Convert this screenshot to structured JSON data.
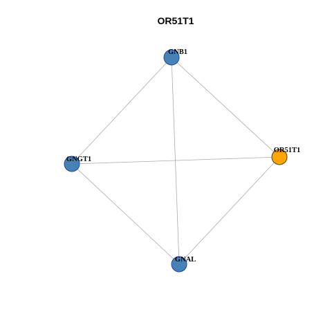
{
  "title": "OR51T1",
  "colors": {
    "edge": "#aaaaaa",
    "node_default_fill": "#4682b4",
    "node_default_stroke": "#1f3fbf",
    "node_highlight_fill": "#ffa500",
    "node_highlight_stroke": "#5a3a00"
  },
  "nodes": [
    {
      "id": "GNB1",
      "label": "GNB1",
      "highlight": false
    },
    {
      "id": "OR51T1",
      "label": "OR51T1",
      "highlight": true
    },
    {
      "id": "GNGT1",
      "label": "GNGT1",
      "highlight": false
    },
    {
      "id": "GNAL",
      "label": "GNAL",
      "highlight": false
    }
  ],
  "edges": [
    {
      "source": "GNB1",
      "target": "OR51T1"
    },
    {
      "source": "GNB1",
      "target": "GNGT1"
    },
    {
      "source": "GNB1",
      "target": "GNAL"
    },
    {
      "source": "GNGT1",
      "target": "OR51T1"
    },
    {
      "source": "GNGT1",
      "target": "GNAL"
    },
    {
      "source": "OR51T1",
      "target": "GNAL"
    }
  ]
}
